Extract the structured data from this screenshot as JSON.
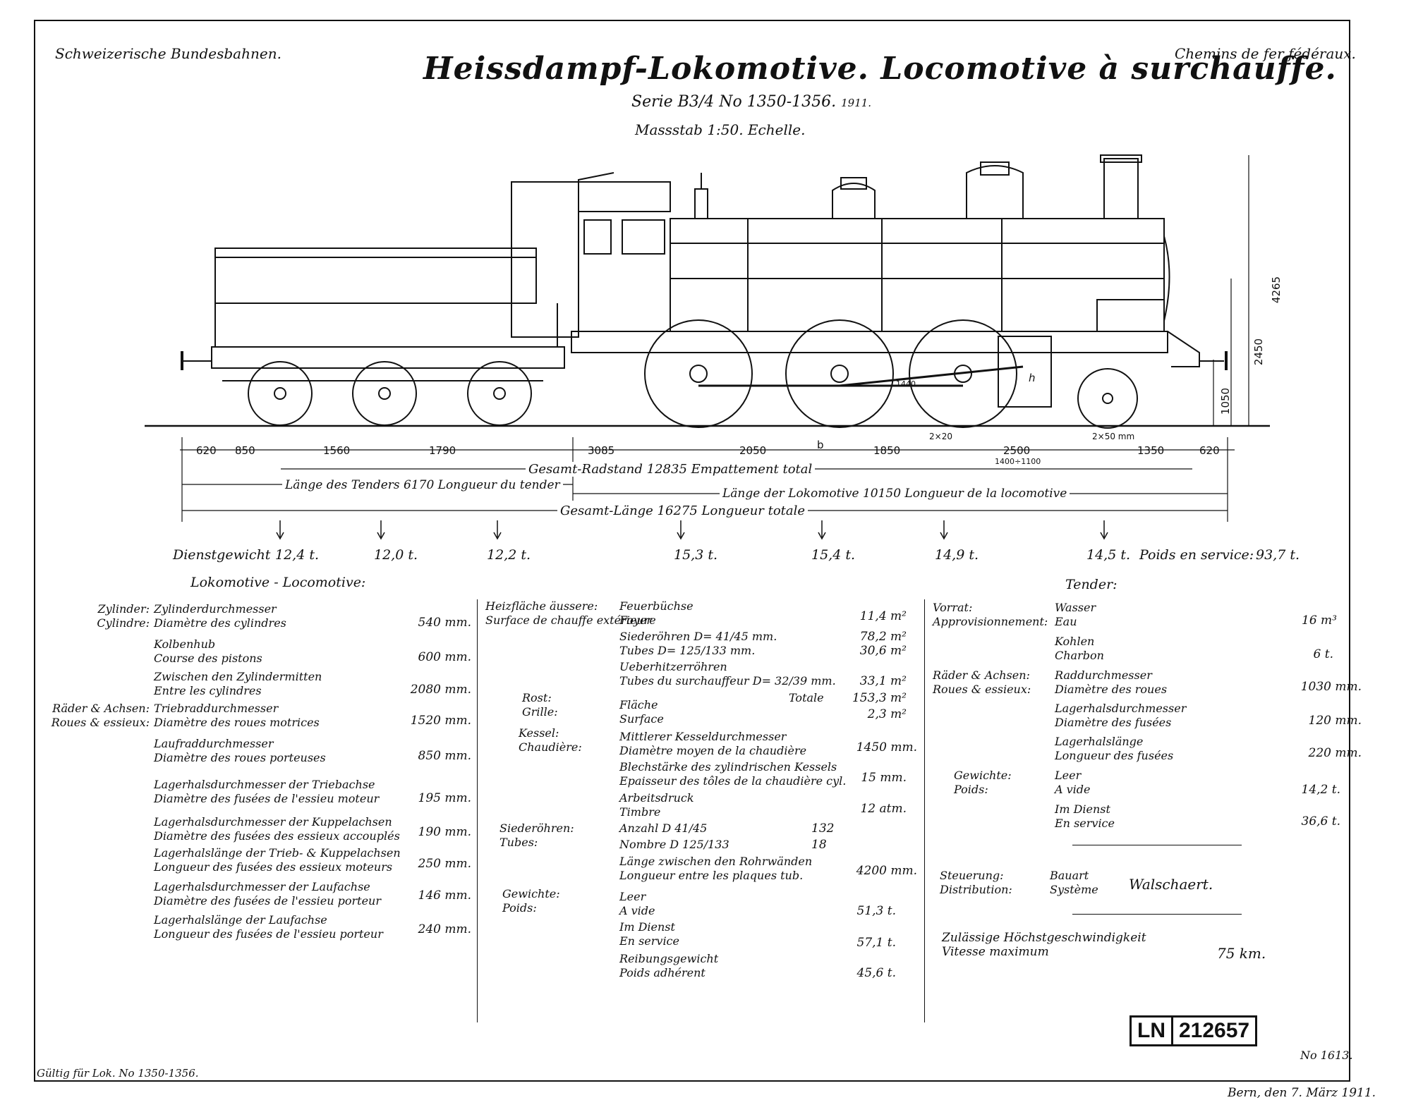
{
  "header": {
    "left": "Schweizerische Bundesbahnen.",
    "right": "Chemins de fer fédéraux.",
    "title": "Heissdampf-Lokomotive. Locomotive à surchauffe.",
    "serie": "Serie B3/4 No 1350-1356.",
    "year": "1911.",
    "scale": "Massstab 1:50. Echelle."
  },
  "dimensions": {
    "segments": [
      "620",
      "850",
      "1560",
      "1790",
      "3085",
      "2050",
      "1850",
      "2500",
      "1350",
      "620"
    ],
    "lead_offset": "2×20",
    "lead_offset_2": "2×50 mm",
    "note_b": "1400÷1100",
    "total_wheelbase": "Gesamt-Radstand 12835 Empattement total",
    "tender_length": "Länge des Tenders 6170 Longueur du tender",
    "loco_length": "Länge der Lokomotive 10150 Longueur de la locomotive",
    "total_length": "Gesamt-Länge 16275 Longueur totale",
    "height_total": "4265",
    "height_boiler": "2450",
    "height_buffer": "1050",
    "cab_label": "b",
    "smoke_label": "h",
    "axle_label": "1440"
  },
  "weights": {
    "label": "Dienstgewicht",
    "values": [
      "12,4 t.",
      "12,0 t.",
      "12,2 t.",
      "15,3 t.",
      "15,4 t.",
      "14,9 t.",
      "14,5 t."
    ],
    "total_label": "Poids en service:",
    "total_value": "93,7 t."
  },
  "loco": {
    "heading": "Lokomotive - Locomotive:",
    "groups": [
      {
        "de": "Zylinder:",
        "fr": "Cylindre:"
      },
      {
        "de": "Räder & Achsen:",
        "fr": "Roues & essieux:"
      }
    ],
    "rows": [
      {
        "de": "Zylinderdurchmesser",
        "fr": "Diamètre des cylindres",
        "value": "540 mm."
      },
      {
        "de": "Kolbenhub",
        "fr": "Course des pistons",
        "value": "600 mm."
      },
      {
        "de": "Zwischen den Zylindermitten",
        "fr": "Entre les cylindres",
        "value": "2080 mm."
      },
      {
        "de": "Triebraddurchmesser",
        "fr": "Diamètre des roues motrices",
        "value": "1520 mm."
      },
      {
        "de": "Laufraddurchmesser",
        "fr": "Diamètre des roues porteuses",
        "value": "850 mm."
      },
      {
        "de": "Lagerhalsdurchmesser der Triebachse",
        "fr": "Diamètre des fusées de l'essieu moteur",
        "value": "195 mm."
      },
      {
        "de": "Lagerhalsdurchmesser der Kuppelachsen",
        "fr": "Diamètre des fusées des essieux accouplés",
        "value": "190 mm."
      },
      {
        "de": "Lagerhalslänge der Trieb- & Kuppelachsen",
        "fr": "Longueur des fusées des essieux moteurs",
        "value": "250 mm."
      },
      {
        "de": "Lagerhalsdurchmesser der Laufachse",
        "fr": "Diamètre des fusées de l'essieu porteur",
        "value": "146 mm."
      },
      {
        "de": "Lagerhalslänge der Laufachse",
        "fr": "Longueur des fusées de l'essieu porteur",
        "value": "240 mm."
      }
    ]
  },
  "boiler": {
    "heating_group": {
      "de": "Heizfläche äussere:",
      "fr": "Surface de chauffe extérieure"
    },
    "rows": [
      {
        "de": "Feuerbüchse",
        "fr": "Foyer",
        "value": "11,4 m²"
      },
      {
        "de": "Siederöhren D= 41/45 mm.",
        "fr": "",
        "value": "78,2 m²"
      },
      {
        "de": "Tubes D= 125/133 mm.",
        "fr": "",
        "value": "30,6 m²"
      },
      {
        "de": "Ueberhitzerröhren",
        "fr": "Tubes du surchauffeur D= 32/39 mm.",
        "value": "33,1 m²"
      },
      {
        "de": "",
        "fr": "Totale",
        "value": "153,3 m²"
      },
      {
        "de": "Fläche",
        "fr": "Surface",
        "value": "2,3 m²"
      },
      {
        "de": "Mittlerer Kesseldurchmesser",
        "fr": "Diamètre moyen de la chaudière",
        "value": "1450 mm."
      },
      {
        "de": "Blechstärke des zylindrischen Kessels",
        "fr": "Epaisseur des tôles de la chaudière cyl.",
        "value": "15 mm."
      },
      {
        "de": "Arbeitsdruck",
        "fr": "Timbre",
        "value": "12 atm."
      },
      {
        "de": "Anzahl D 41/45",
        "fr": "",
        "value": "132"
      },
      {
        "de": "Nombre D 125/133",
        "fr": "",
        "value": "18"
      },
      {
        "de": "Länge zwischen den Rohrwänden",
        "fr": "Longueur entre les plaques tub.",
        "value": "4200 mm."
      },
      {
        "de": "Leer",
        "fr": "A vide",
        "value": "51,3 t."
      },
      {
        "de": "Im Dienst",
        "fr": "En service",
        "value": "57,1 t."
      },
      {
        "de": "Reibungsgewicht",
        "fr": "Poids adhérent",
        "value": "45,6 t."
      }
    ],
    "labels": {
      "rost": "Rost:",
      "grille": "Grille:",
      "kessel": "Kessel:",
      "chaudiere": "Chaudière:",
      "siederohren": "Siederöhren:",
      "tubes": "Tubes:",
      "gewichte": "Gewichte:",
      "poids": "Poids:"
    }
  },
  "tender": {
    "heading": "Tender:",
    "labels": {
      "vorrat": "Vorrat:",
      "approv": "Approvisionnement:",
      "raeder": "Räder & Achsen:",
      "roues": "Roues & essieux:",
      "gewichte": "Gewichte:",
      "poids": "Poids:",
      "steuerung": "Steuerung:",
      "distribution": "Distribution:"
    },
    "rows": [
      {
        "de": "Wasser",
        "fr": "Eau",
        "value": "16 m³"
      },
      {
        "de": "Kohlen",
        "fr": "Charbon",
        "value": "6 t."
      },
      {
        "de": "Raddurchmesser",
        "fr": "Diamètre des roues",
        "value": "1030 mm."
      },
      {
        "de": "Lagerhalsdurchmesser",
        "fr": "Diamètre des fusées",
        "value": "120 mm."
      },
      {
        "de": "Lagerhalslänge",
        "fr": "Longueur des fusées",
        "value": "220 mm."
      },
      {
        "de": "Leer",
        "fr": "A vide",
        "value": "14,2 t."
      },
      {
        "de": "Im Dienst",
        "fr": "En service",
        "value": "36,6 t."
      }
    ],
    "valve": {
      "de": "Bauart",
      "fr": "Système",
      "value": "Walschaert."
    },
    "speed": {
      "de": "Zulässige Höchstgeschwindigkeit",
      "fr": "Vitesse maximum",
      "value": "75 km."
    }
  },
  "stamp": {
    "prefix": "LN",
    "number": "212657"
  },
  "footer": {
    "drawing_no": "No 1613.",
    "valid": "Gültig für Lok. No 1350-1356.",
    "place_date": "Bern, den 7. März 1911."
  }
}
